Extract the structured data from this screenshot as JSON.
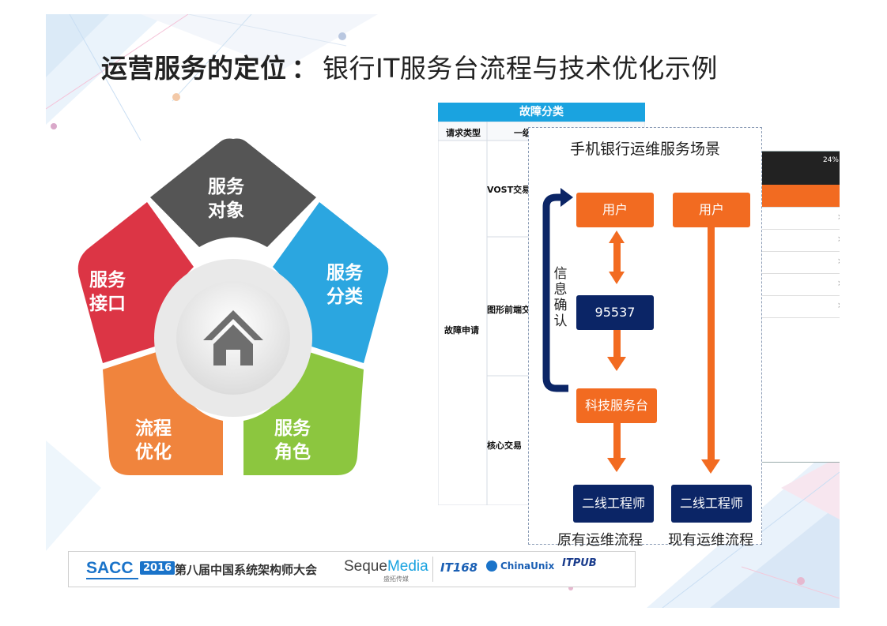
{
  "title": {
    "bold": "运营服务的定位",
    "colon": "：",
    "rest": "银行IT服务台流程与技术优化示例"
  },
  "petals": {
    "service_object": "服务\n对象",
    "service_category": "服务\n分类",
    "service_role": "服务\n角色",
    "process_optimization": "流程\n优化",
    "service_interface": "服务\n接口"
  },
  "colors": {
    "gray": "#555555",
    "blue": "#2ba6e0",
    "green": "#8cc63f",
    "orange": "#f0843d",
    "red": "#dc3545",
    "flow_orange": "#f26b21",
    "flow_navy": "#0b2566"
  },
  "fault_table": {
    "header": "故障分类",
    "col1_header": "请求类型",
    "col2_header": "一级",
    "request_type": "故障申请",
    "level1": [
      "VOST交易",
      "图形前端交",
      "核心交易"
    ]
  },
  "flow": {
    "title": "手机银行运维服务场景",
    "orig_user": "用户",
    "new_user": "用户",
    "hotline": "95537",
    "service_desk": "科技服务台",
    "orig_engineer": "二线工程师",
    "new_engineer": "二线工程师",
    "info_confirm": [
      "信",
      "息",
      "确",
      "认"
    ],
    "orig_caption": "原有运维流程",
    "new_caption": "现有运维流程"
  },
  "phone": {
    "status": "24%"
  },
  "footer": {
    "sacc": "SACC",
    "year": "2016",
    "conference": "第八届中国系统架构师大会",
    "seque": "Seque",
    "media": "Media",
    "seque_sub": "盛拓传媒",
    "it168": "IT168",
    "chinaunix": "ChinaUnix",
    "itpub": "ITPUB"
  },
  "icons": {
    "center": "home-icon",
    "phone_chevron": "chevron-right-icon"
  }
}
